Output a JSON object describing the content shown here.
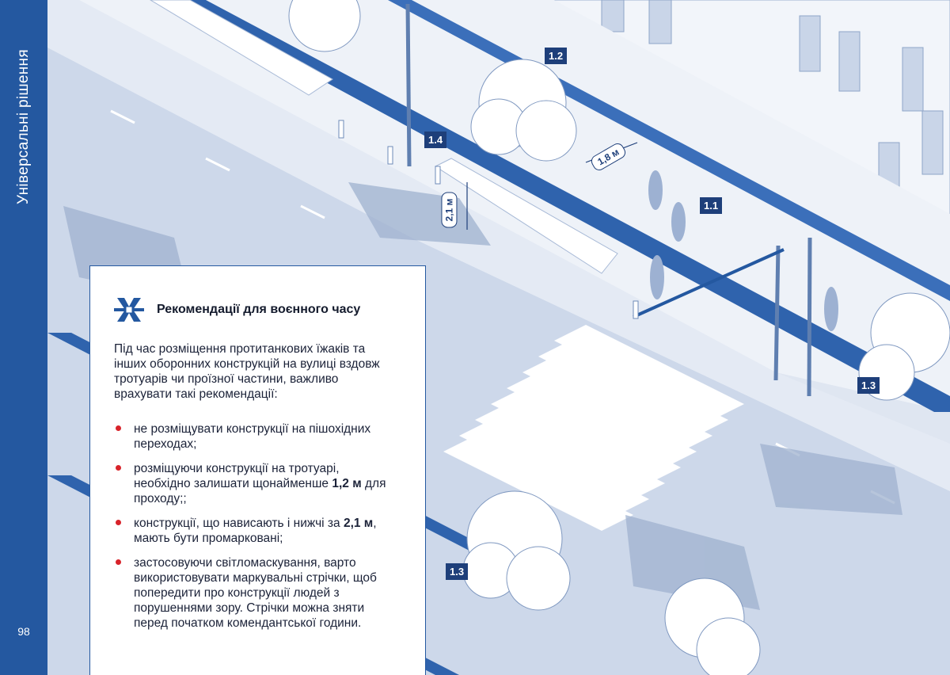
{
  "sidebar": {
    "title": "Універсальні рішення",
    "page_number": "98"
  },
  "colors": {
    "brand_blue": "#2458a0",
    "bullet_red": "#d8232a",
    "illustration_base": "#dfe6f1"
  },
  "illustration": {
    "tags": {
      "t1": "1.2",
      "t2": "1.4",
      "t3": "1.1",
      "t4": "1.3",
      "t5": "1.3"
    },
    "dimensions": {
      "width_label": "1,8 м",
      "height_label": "2,1 м"
    }
  },
  "panel": {
    "icon": "czech-hedgehog-icon",
    "title": "Рекомендації для воєнного часу",
    "intro": "Під час розміщення протитанкових їжаків та інших оборонних конструкцій на вулиці вздовж тротуарів чи проїзної частини, важливо врахувати такі рекомендації:",
    "items": [
      {
        "text": "не розміщувати конструкції на пішохідних переходах;"
      },
      {
        "before": "розміщуючи конструкції на тротуарі, необхідно залишати щонайменше ",
        "bold": "1,2 м",
        "after": " для проходу;;"
      },
      {
        "before": "конструкції, що нависають і нижчі за ",
        "bold": "2,1 м",
        "after": ", мають бути промарковані;"
      },
      {
        "text": "застосовуючи світломаскування, варто використовувати маркувальні стрічки, щоб попередити про конструкції людей з порушеннями зору. Стрічки можна зняти перед початком комендантської години."
      }
    ]
  }
}
